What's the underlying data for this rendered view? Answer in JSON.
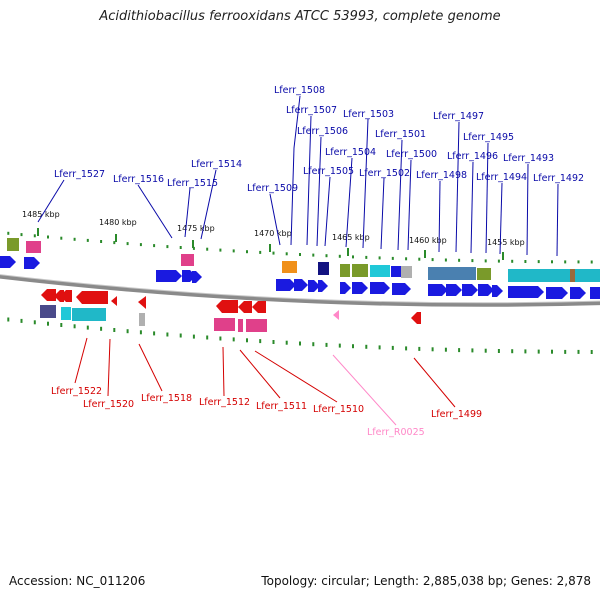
{
  "title": "Acidithiobacillus ferrooxidans ATCC 53993, complete genome",
  "footer": {
    "accession_label": "Accession:",
    "accession": "NC_011206",
    "topology_label": "Topology:",
    "topology": "circular",
    "length_label": "Length:",
    "length": "2,885,038 bp",
    "genes_label": "Genes:",
    "genes": "2,878"
  },
  "colors": {
    "forward_label": "#0a0aa8",
    "reverse_label": "#d40000",
    "rna_label": "#ff88c8",
    "tick": "#2a8a2a",
    "backbone": "#8a8a8a"
  },
  "scale_labels": [
    "1485 kbp",
    "1480 kbp",
    "1475 kbp",
    "1470 kbp",
    "1465 kbp",
    "1460 kbp",
    "1455 kbp"
  ],
  "forward_labels": [
    "Lferr_1527",
    "Lferr_1516",
    "Lferr_1515",
    "Lferr_1514",
    "Lferr_1509",
    "Lferr_1508",
    "Lferr_1507",
    "Lferr_1506",
    "Lferr_1505",
    "Lferr_1504",
    "Lferr_1503",
    "Lferr_1502",
    "Lferr_1501",
    "Lferr_1500",
    "Lferr_1498",
    "Lferr_1497",
    "Lferr_1496",
    "Lferr_1495",
    "Lferr_1494",
    "Lferr_1493",
    "Lferr_1492"
  ],
  "reverse_labels": [
    "Lferr_1522",
    "Lferr_1520",
    "Lferr_1518",
    "Lferr_1512",
    "Lferr_1511",
    "Lferr_1510",
    "Lferr_R0025",
    "Lferr_1499"
  ]
}
